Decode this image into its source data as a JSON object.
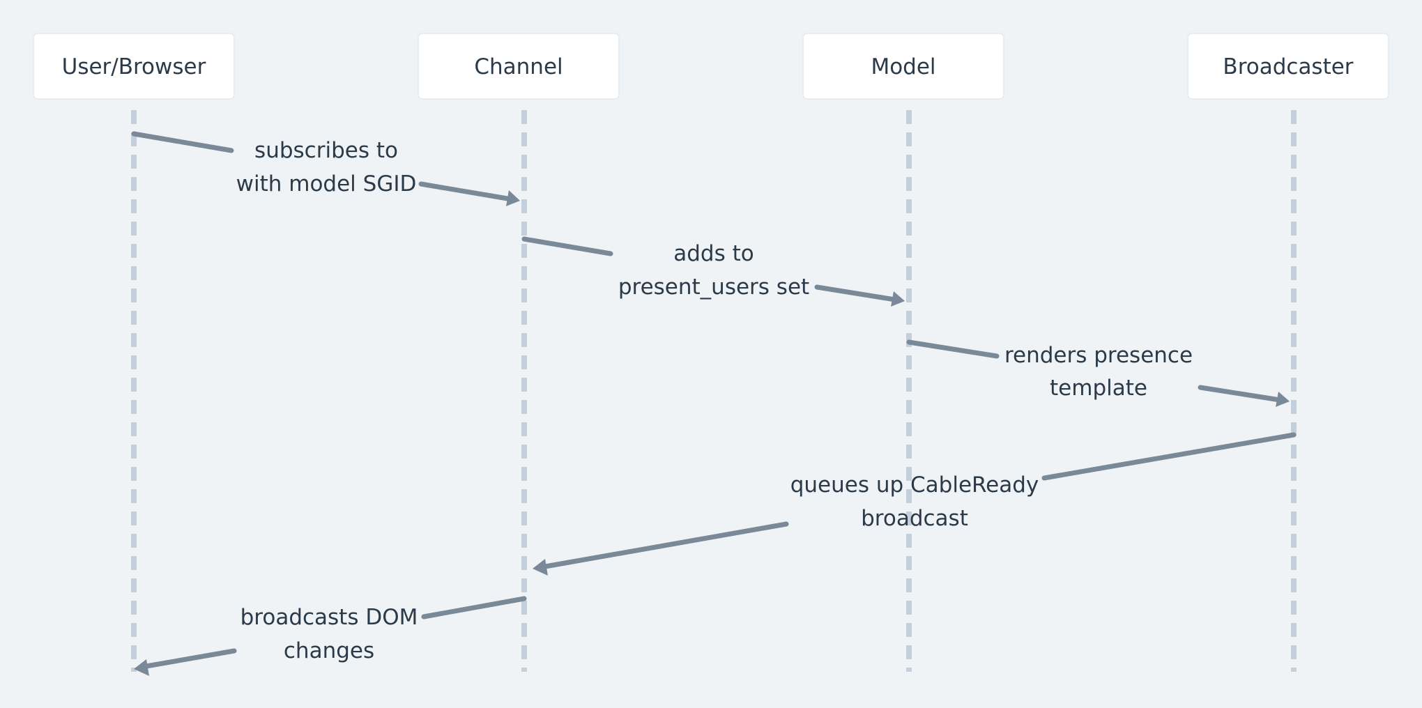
{
  "actors": [
    {
      "id": "user",
      "label": "User/Browser"
    },
    {
      "id": "channel",
      "label": "Channel"
    },
    {
      "id": "model",
      "label": "Model"
    },
    {
      "id": "broadcaster",
      "label": "Broadcaster"
    }
  ],
  "messages": [
    {
      "from": "user",
      "to": "channel",
      "lines": [
        "subscribes to",
        "with model SGID"
      ]
    },
    {
      "from": "channel",
      "to": "model",
      "lines": [
        "adds to",
        "present_users set"
      ]
    },
    {
      "from": "model",
      "to": "broadcaster",
      "lines": [
        "renders presence",
        "template"
      ]
    },
    {
      "from": "broadcaster",
      "to": "channel",
      "lines": [
        "queues up CableReady",
        "broadcast"
      ]
    },
    {
      "from": "channel",
      "to": "user",
      "lines": [
        "broadcasts DOM",
        "changes"
      ]
    }
  ],
  "colors": {
    "background": "#eff3f6",
    "actor_fill": "#ffffff",
    "lifeline": "#c3cfda",
    "arrow": "#7a8998",
    "text": "#2b3a49"
  }
}
